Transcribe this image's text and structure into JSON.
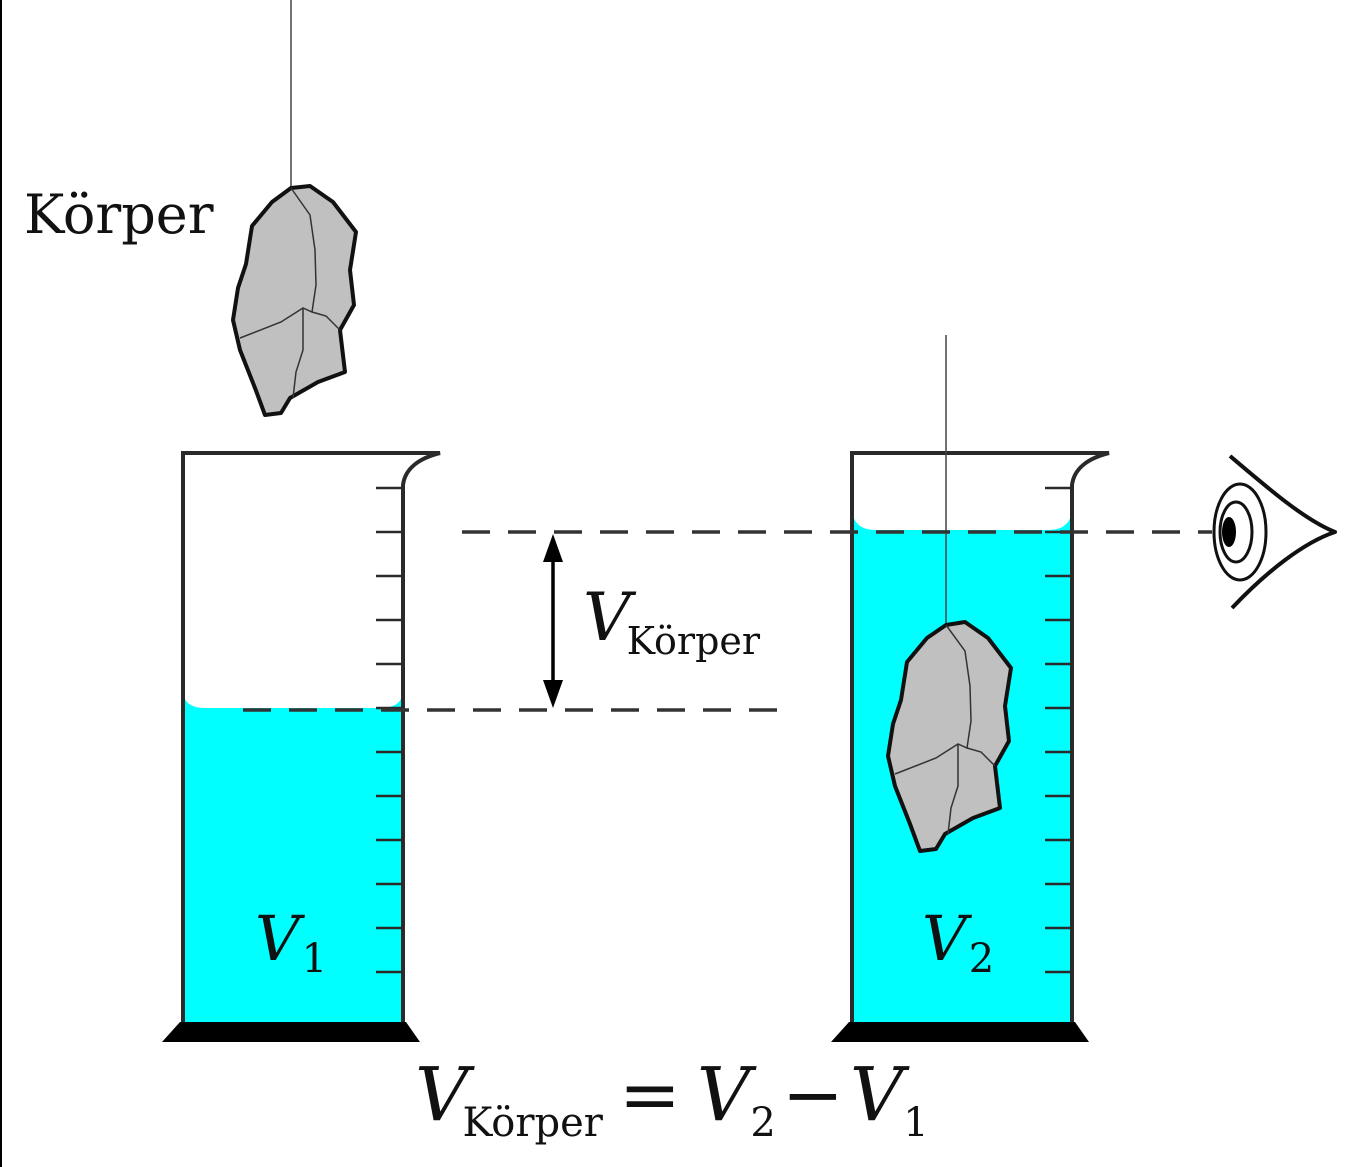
{
  "labels": {
    "body": "Körper",
    "difference_symbol": "V",
    "difference_subscript": "Körper",
    "v1_symbol": "V",
    "v1_subscript": "1",
    "v2_symbol": "V",
    "v2_subscript": "2"
  },
  "formula": {
    "lhs_symbol": "V",
    "lhs_subscript": "Körper",
    "equals": "=",
    "term1_symbol": "V",
    "term1_subscript": "2",
    "minus": "−",
    "term2_symbol": "V",
    "term2_subscript": "1"
  },
  "colors": {
    "water": "#00ffff",
    "stone": "#c0c0c0",
    "outline": "#222222",
    "base": "#000000"
  },
  "icons": {
    "eye": "eye-icon",
    "stone": "stone-icon"
  }
}
